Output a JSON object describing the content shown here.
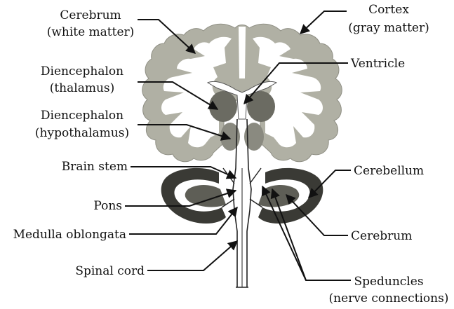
{
  "labels": {
    "cerebrum_top": [
      "Cerebrum",
      "(white matter)"
    ],
    "cortex": [
      "Cortex",
      "(gray matter)"
    ],
    "ventricle": "Ventricle",
    "diencephalon_thalamus": [
      "Diencephalon",
      "(thalamus)"
    ],
    "diencephalon_hypothalamus": [
      "Diencephalon",
      "(hypothalamus)"
    ],
    "brain_stem": "Brain stem",
    "cerebellum": "Cerebellum",
    "pons": "Pons",
    "medulla": "Medulla oblongata",
    "cerebrum_bottom": "Cerebrum",
    "spinal_cord": "Spinal cord",
    "speduncles": [
      "Speduncles",
      "(nerve connections)"
    ]
  },
  "colors": {
    "cortex_gray": "#b0b0a4",
    "white_matter": "#ffffff",
    "thalamus": "#6b6b62",
    "hypothalamus": "#8a8a80",
    "cerebellum_cortex": "#3a3a35",
    "cerebellum_inner": "#5e5e56",
    "ink": "#111111"
  }
}
